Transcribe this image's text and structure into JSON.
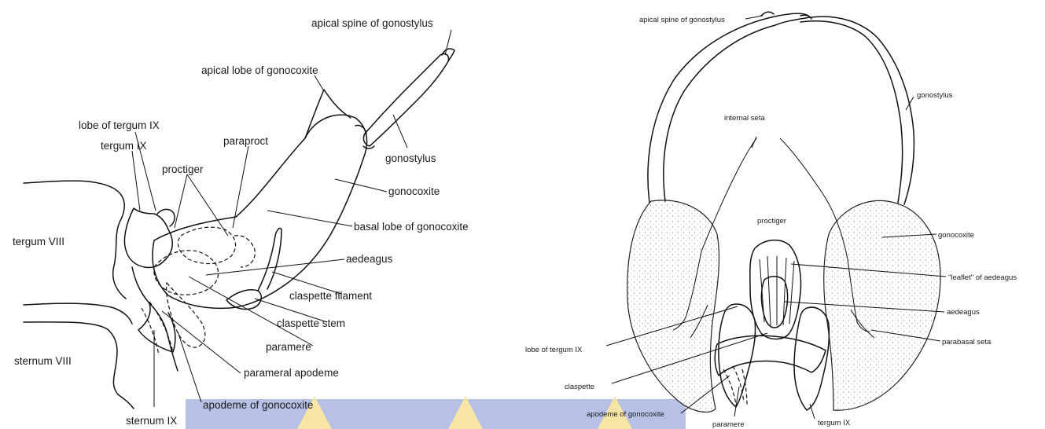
{
  "left_figure": {
    "labels": {
      "apical_spine_of_gonostylus": "apical spine of gonostylus",
      "apical_lobe_of_gonocoxite": "apical lobe of gonocoxite",
      "lobe_of_tergum_ix": "lobe of tergum IX",
      "tergum_ix": "tergum IX",
      "paraproct": "paraproct",
      "proctiger": "proctiger",
      "gonostylus": "gonostylus",
      "gonocoxite": "gonocoxite",
      "basal_lobe_of_gonocoxite": "basal lobe of gonocoxite",
      "tergum_viii": "tergum VIII",
      "aedeagus": "aedeagus",
      "claspette_filament": "claspette filament",
      "claspette_stem": "claspette stem",
      "paramere": "paramere",
      "sternum_viii": "sternum VIII",
      "parameral_apodeme": "parameral apodeme",
      "apodeme_of_gonocoxite": "apodeme of gonocoxite",
      "sternum_ix": "sternum IX"
    }
  },
  "right_figure": {
    "labels": {
      "apical_spine_of_gonostylus": "apical spine of gonostylus",
      "gonostylus": "gonostylus",
      "internal_seta": "internal seta",
      "proctiger": "proctiger",
      "gonocoxite": "gonocoxite",
      "leaflet_of_aedeagus": "\"leaflet\" of aedeagus",
      "aedeagus": "aedeagus",
      "lobe_of_tergum_ix": "lobe of tergum IX",
      "parabasal_seta": "parabasal seta",
      "claspette": "claspette",
      "apodeme_of_gonocoxite": "apodeme of gonocoxite",
      "paramere": "paramere",
      "tergum_ix": "tergum IX"
    }
  },
  "colors": {
    "ink": "#111111",
    "watermark_blue": "#7b8fd0",
    "watermark_yellow": "#f4d35e",
    "background": "#ffffff"
  }
}
